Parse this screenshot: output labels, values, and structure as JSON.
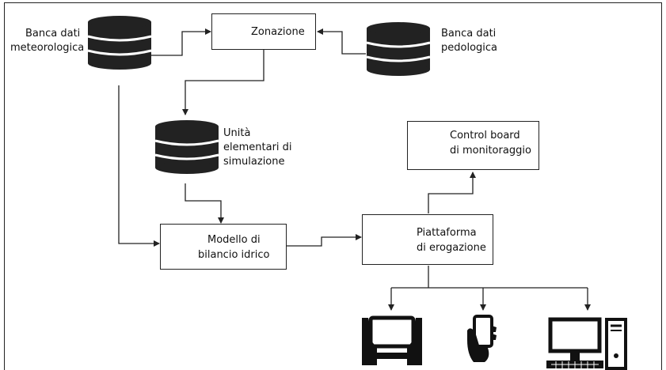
{
  "sources": {
    "meteo": {
      "line1": "Banca dati",
      "line2": "meteorologica"
    },
    "pedo": {
      "line1": "Banca dati",
      "line2": "pedologica"
    },
    "units": {
      "line1": "Unità",
      "line2": "elementari di",
      "line3": "simulazione"
    }
  },
  "processes": {
    "zonation": {
      "line1": "Zonazione"
    },
    "model": {
      "line1": "Modello di",
      "line2": "bilancio idrico"
    },
    "platform": {
      "line1": "Piattaforma",
      "line2": "di erogazione"
    },
    "control": {
      "line1": "Control board",
      "line2": "di monitoraggio"
    }
  },
  "icons": {
    "database": "database-icon",
    "gears": "gears-icon",
    "monitor": "monitor-heartbeat-icon",
    "tablet": "tablet-hands-icon",
    "smartphone": "smartphone-hand-icon",
    "desktop": "desktop-computer-icon"
  },
  "colors": {
    "line": "#222222",
    "db": "#222222",
    "stripe": "#ffffff"
  }
}
